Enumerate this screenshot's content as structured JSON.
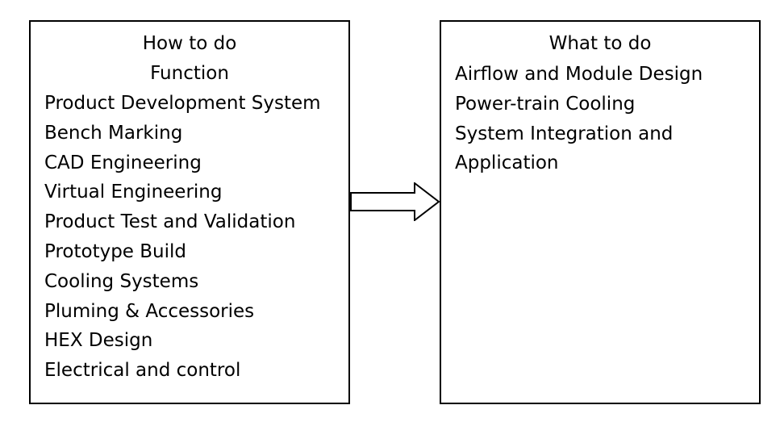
{
  "how_box": {
    "title_line1": "How to do",
    "title_line2": "Function",
    "items": [
      "Product Development System",
      "Bench Marking",
      "CAD Engineering",
      "Virtual Engineering",
      "Product Test and Validation",
      "Prototype Build",
      "Cooling Systems",
      "Pluming & Accessories",
      "HEX Design",
      "Electrical and control"
    ]
  },
  "what_box": {
    "title": "What to do",
    "items": [
      "Airflow and Module Design",
      "Power-train Cooling",
      "System Integration and",
      "Application"
    ]
  },
  "arrow": {
    "icon": "right-arrow-icon",
    "stroke_color": "#000000",
    "fill_color": "#ffffff"
  }
}
